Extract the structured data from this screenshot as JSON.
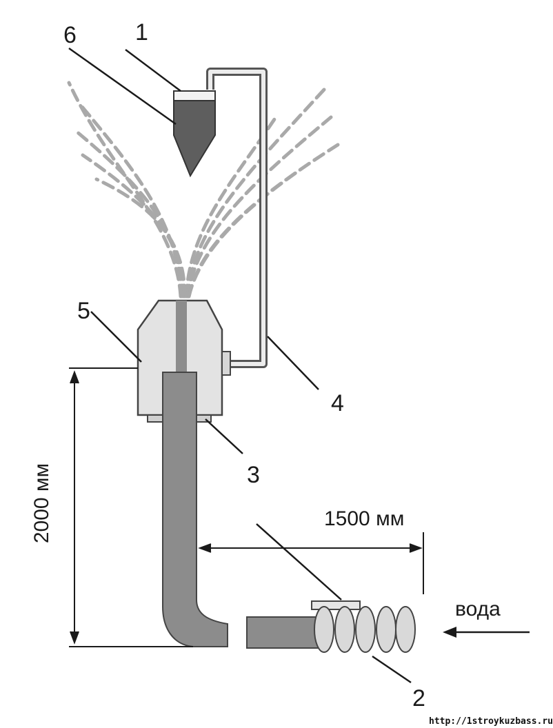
{
  "labels": {
    "n1": "1",
    "n2": "2",
    "n3": "3",
    "n4": "4",
    "n5": "5",
    "n6": "6"
  },
  "dimensions": {
    "height": "2000 мм",
    "width": "1500 мм"
  },
  "flow_label": "вода",
  "watermark": "http://1stroykuzbass.ru/",
  "colors": {
    "pipe": "#8c8c8c",
    "cone": "#5e5e5e",
    "body": "#e3e3e3",
    "spray": "#a9a9a9",
    "line": "#1a1a1a"
  }
}
